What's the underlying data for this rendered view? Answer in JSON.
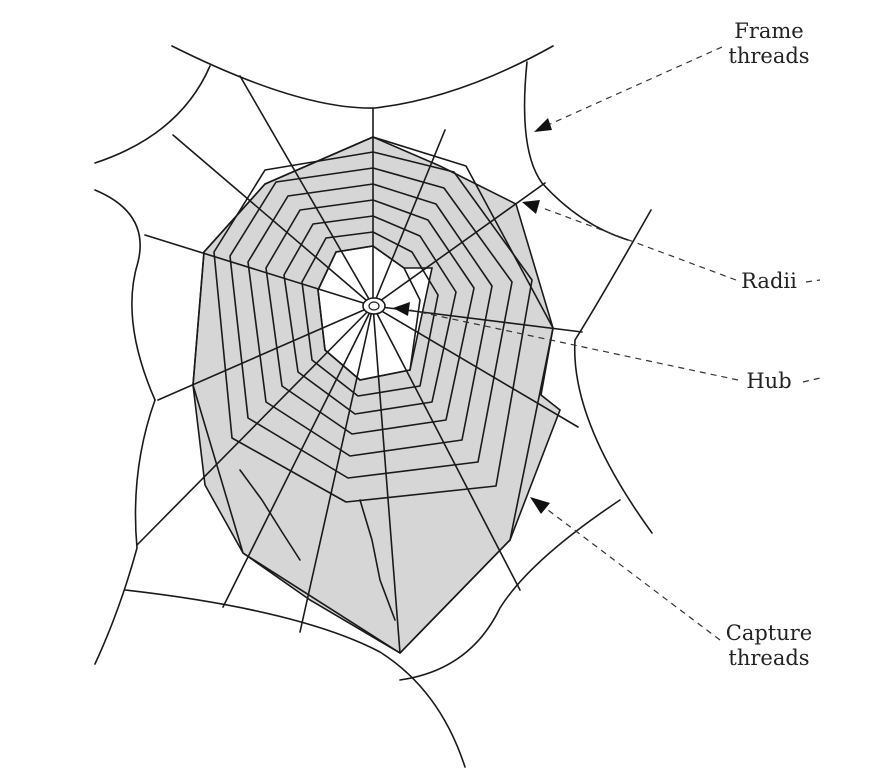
{
  "labels": {
    "frame_line1": "Frame",
    "frame_line2": "threads",
    "radii": "Radii",
    "hub": "Hub",
    "capture_line1": "Capture",
    "capture_line2": "threads"
  },
  "colors": {
    "capture_fill": "#d6d6d6",
    "thread": "#1a1a1a",
    "background": "#ffffff"
  }
}
